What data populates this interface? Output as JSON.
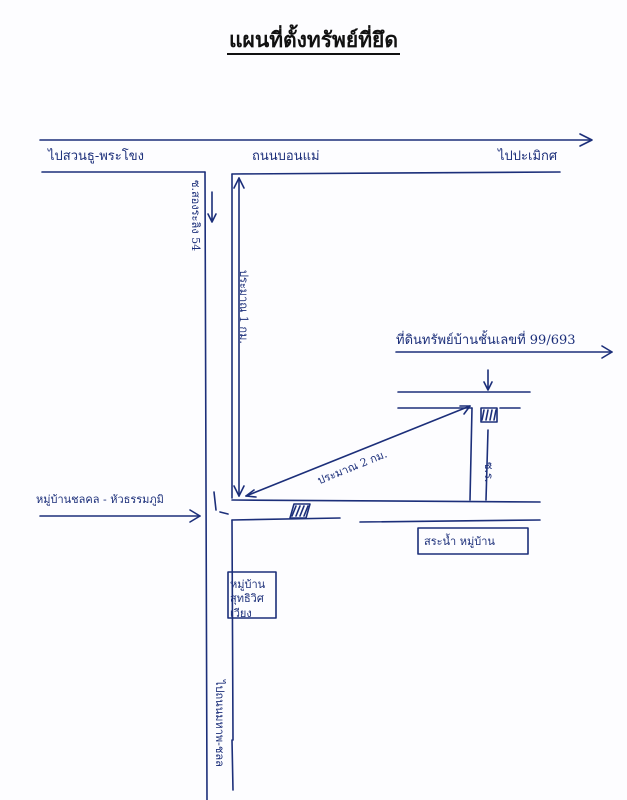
{
  "title": "แผนที่ตั้งทรัพย์ที่ยึด",
  "labels": {
    "to_nonthaburi": "ไปสวนธู-พระโขง",
    "main_road": "ถนนบอนแม่",
    "to_pakkret": "ไปปะเมิกศ",
    "side_road": "ซ.สองระลิง 54",
    "dist_1km": "ประมาณ 1 กม.",
    "property_address": "ที่ดินทรัพย์บ้านชั้นเลขที่ 99/693",
    "distance_diag": "ประมาณ 2 กม.",
    "soi": "ซ.ร.",
    "village": "หมู่บ้านชลคล - หัวธรรมภูมิ",
    "to_nakhon": "ไปถนนมหาพ-ชลล",
    "shop": "สระน้ำ หมู่บ้าน",
    "school": "หมู่บ้าน สุทธิวิศ เวียง"
  },
  "colors": {
    "ink": "#1c2f7a",
    "paper": "#fdfdff"
  }
}
